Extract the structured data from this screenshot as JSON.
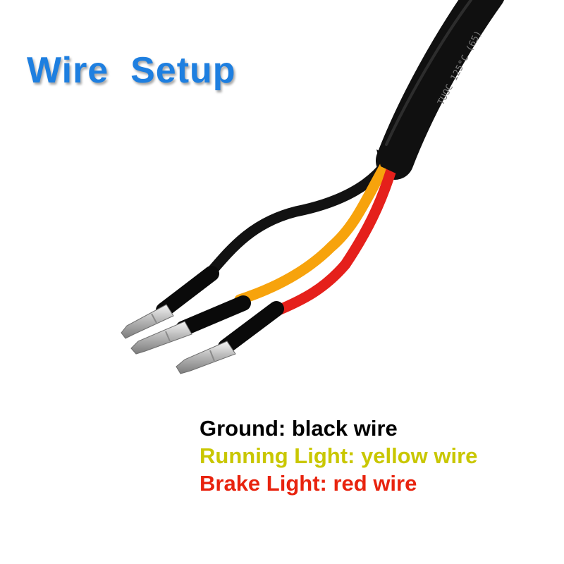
{
  "title": "Wire  Setup",
  "cable_print": "TUOC  125°C  (65)",
  "legend": [
    {
      "text": "Ground: black wire",
      "color": "#000000"
    },
    {
      "text": "Running Light: yellow wire",
      "color": "#c9c700"
    },
    {
      "text": "Brake Light: red wire",
      "color": "#e8230e"
    }
  ],
  "colors": {
    "title": "#1e7fe0",
    "jacket": "#101010",
    "wire_black": "#121212",
    "wire_yellow": "#f7a30c",
    "wire_red": "#e5201b",
    "terminal": "#c9c9c9"
  }
}
